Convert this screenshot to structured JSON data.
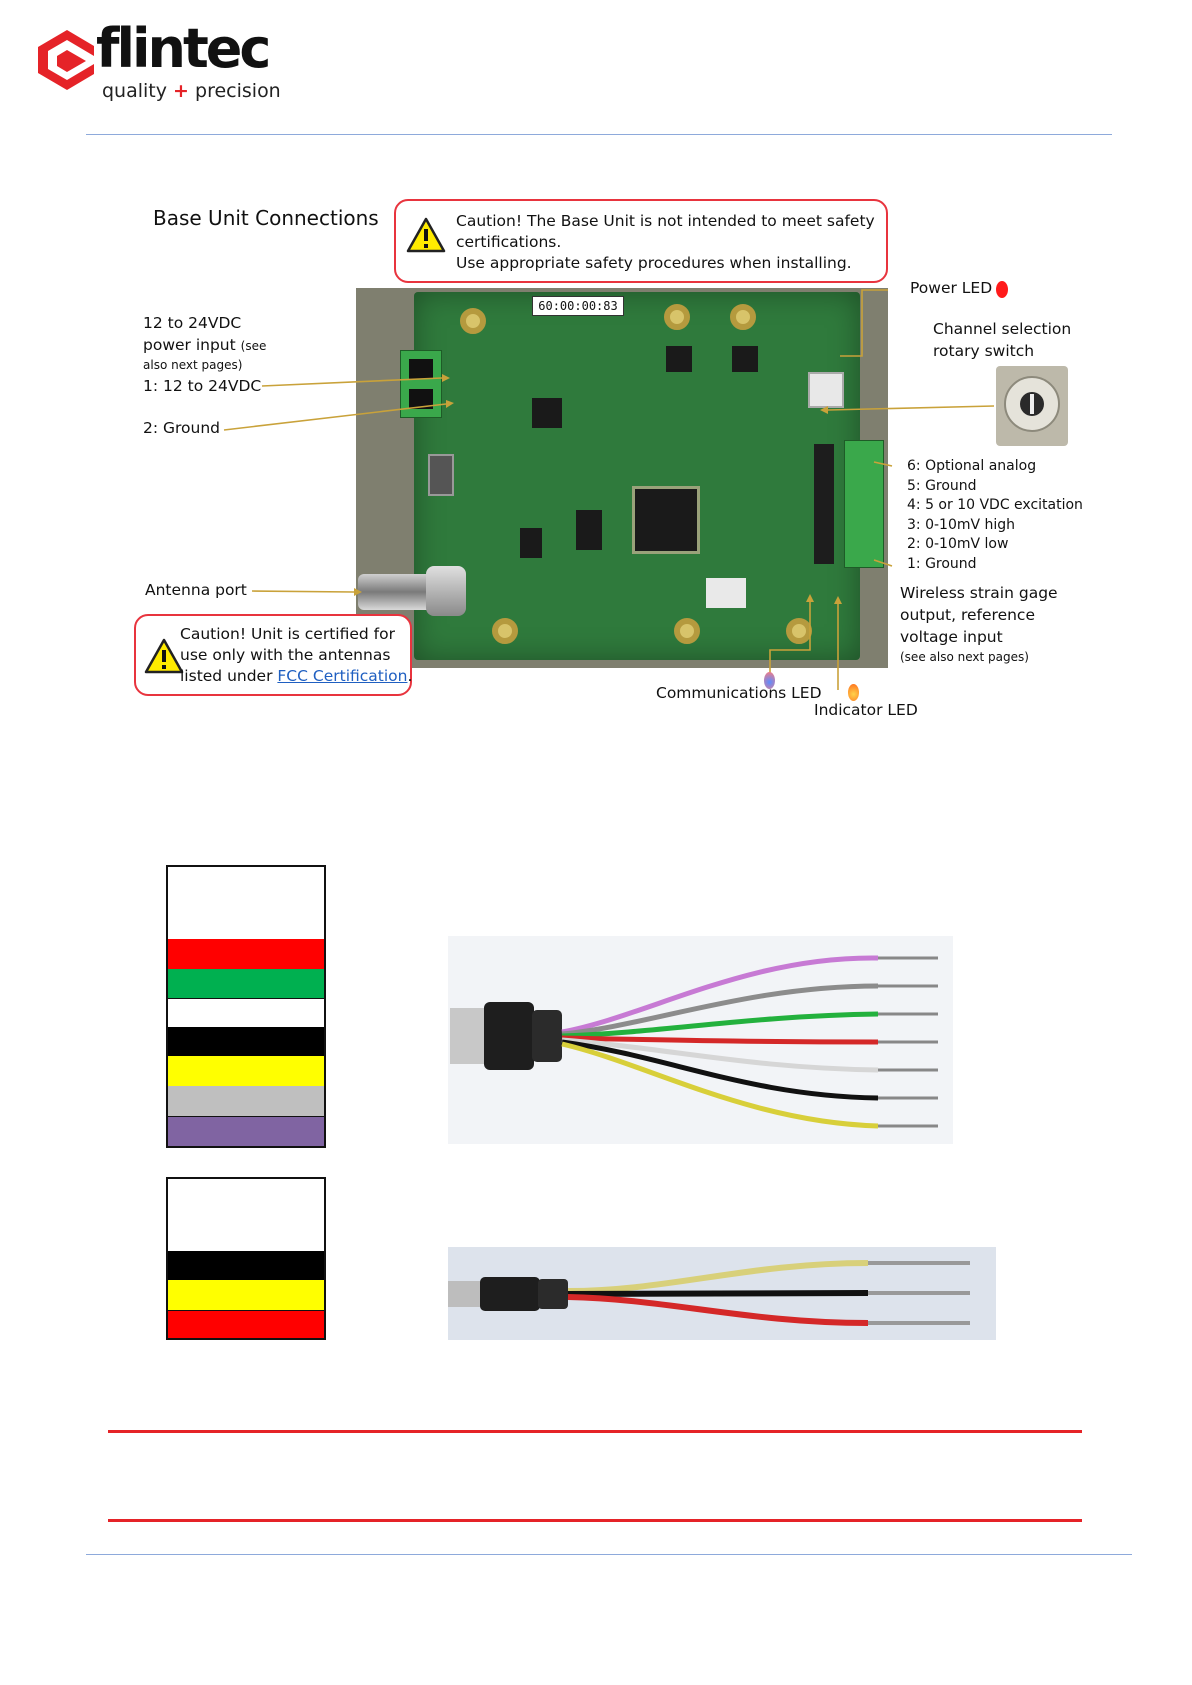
{
  "brand": {
    "name": "flintec",
    "tagline_a": "quality",
    "tagline_plus": "+",
    "tagline_b": "precision",
    "color": "#e52328"
  },
  "section_title": "Base Unit Connections",
  "caution_top": {
    "line1": "Caution!  The Base Unit is not intended to meet safety",
    "line2": "certifications.",
    "line3": "Use appropriate safety procedures when installing."
  },
  "board_label": "60:00:00:83",
  "power_input": {
    "line1": "12 to 24VDC",
    "line2a": "power input",
    "line2b": "(see",
    "line3": "also next pages)",
    "pin1": "1:  12 to 24VDC",
    "pin2": "2:  Ground"
  },
  "power_led": "Power LED",
  "channel_switch": {
    "line1": "Channel selection",
    "line2": "rotary switch"
  },
  "connector_pins": [
    "6:  Optional analog",
    "5:  Ground",
    "4:  5 or 10 VDC excitation",
    "3:  0-10mV high",
    "2:  0-10mV low",
    "1:  Ground"
  ],
  "wireless": {
    "line1": "Wireless strain gage",
    "line2": "output, reference",
    "line3": "voltage input",
    "line4": "(see also next pages)"
  },
  "antenna_port": "Antenna port",
  "caution_bottom": {
    "line1": "Caution!  Unit is certified for",
    "line2": "use only with the antennas",
    "line3_prefix": "listed under ",
    "line3_link": "FCC Certification",
    "line3_suffix": "."
  },
  "communications_led": "Communications LED",
  "indicator_led": "Indicator LED",
  "cable_swatches_8": [
    "#ffffff",
    "#ff0000",
    "#00b050",
    "#ffffff",
    "#000000",
    "#ffff00",
    "#bfbfbf",
    "#8064a2"
  ],
  "cable_swatches_4": [
    "#ffffff",
    "#000000",
    "#ffff00",
    "#ff0000"
  ],
  "colors": {
    "accent_rule": "#e52328",
    "header_rule": "#8eaadb",
    "caution": "#e8343e",
    "pcb": "#2f7a3c"
  }
}
